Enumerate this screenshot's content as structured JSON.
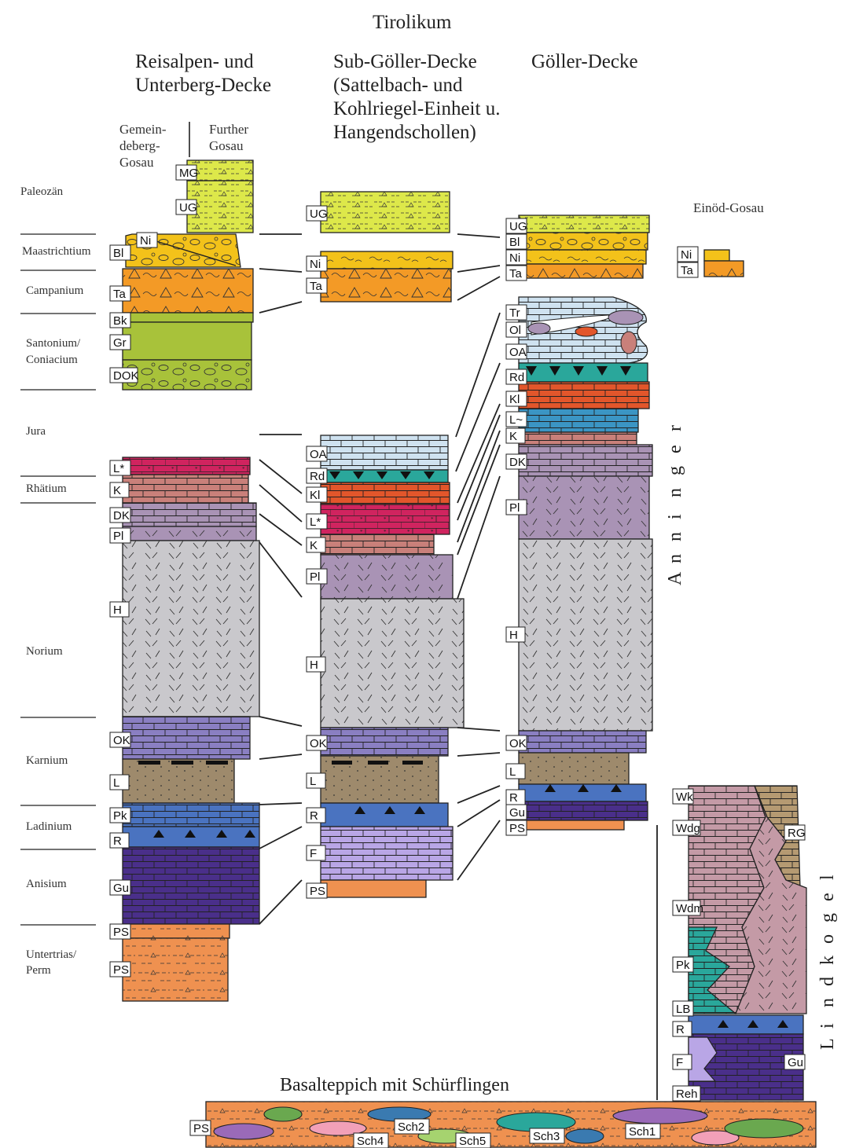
{
  "title": "Tirolikum",
  "columns": {
    "reisalpen": [
      "Reisalpen- und",
      "Unterberg-Decke"
    ],
    "subgoller": [
      "Sub-Göller-Decke",
      "(Sattelbach- und",
      "Kohlriegel-Einheit u.",
      "Hangendschollen)"
    ],
    "goller": [
      "Göller-Decke"
    ],
    "gemeindeberg": [
      "Gemein-",
      "deberg-",
      "Gosau"
    ],
    "further": [
      "Further",
      "Gosau"
    ],
    "einoed": "Einöd-Gosau",
    "anninger": "Anninger",
    "lindkogel": "Lindkogel",
    "basalteppich": "Basalteppich mit Schürflingen"
  },
  "stages": [
    "Paleozän",
    "Maastrichtium",
    "Campanium",
    "Santonium/",
    "Coniacium",
    "Jura",
    "Rhätium",
    "Norium",
    "Karnium",
    "Ladinium",
    "Anisium",
    "Untertrias/",
    "Perm"
  ],
  "units": {
    "col1": [
      "MG",
      "UG",
      "Ni",
      "Bl",
      "Ta",
      "Bk",
      "Gr",
      "DOK",
      "L*",
      "K",
      "DK",
      "Pl",
      "H",
      "OK",
      "L",
      "Pk",
      "R",
      "Gu",
      "PS",
      "PS"
    ],
    "col2": [
      "UG",
      "Ni",
      "Ta",
      "OA",
      "Rd",
      "Kl",
      "L*",
      "K",
      "Pl",
      "H",
      "OK",
      "L",
      "R",
      "F",
      "PS"
    ],
    "col3": [
      "UG",
      "Bl",
      "Ni",
      "Ta",
      "Tr",
      "Ol",
      "OA",
      "Rd",
      "Kl",
      "L~",
      "K",
      "DK",
      "Pl",
      "H",
      "OK",
      "L",
      "R",
      "Gu",
      "PS"
    ],
    "einoed": [
      "Ni",
      "Ta"
    ],
    "lindkogel": [
      "Wk",
      "Wdg",
      "RG",
      "Wdm",
      "Pk",
      "LB",
      "R",
      "F",
      "Gu",
      "Reh"
    ],
    "basal": [
      "PS",
      "Sch4",
      "Sch2",
      "Sch5",
      "Sch3",
      "Sch1"
    ]
  },
  "colors": {
    "yellow_green": "#dde84a",
    "yellow": "#f3c21a",
    "orange": "#f39a26",
    "green": "#a8c23a",
    "light_blue": "#cfe2f0",
    "teal": "#2aa79b",
    "red_orange": "#e2562b",
    "magenta": "#d0245f",
    "rose": "#c9807a",
    "mauve": "#a993b5",
    "grey": "#c9c8cc",
    "slate_violet": "#8a7fc2",
    "brown": "#9e8a6c",
    "blue": "#4a73c0",
    "dark_violet": "#4a2f8a",
    "lilac": "#b9a6e6",
    "perm_orange": "#ef9150",
    "wk_pink": "#c49aa6",
    "tan": "#b59a72",
    "cyan_blue": "#3b95c4"
  }
}
